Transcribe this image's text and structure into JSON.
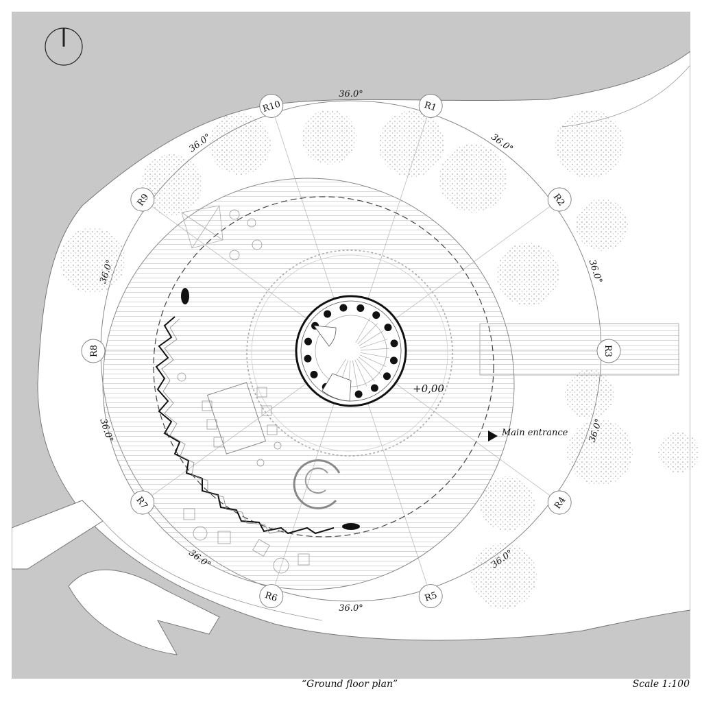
{
  "plan": {
    "caption": "“Ground floor plan”",
    "scale": "Scale 1:100",
    "elevation": "+0,00",
    "entrance_label": "Main entrance"
  },
  "grid": {
    "radials": [
      "R1",
      "R2",
      "R3",
      "R4",
      "R5",
      "R6",
      "R7",
      "R8",
      "R9",
      "R10"
    ],
    "angle_labels": [
      "36.0°",
      "36.0°",
      "36.0°",
      "36.0°",
      "36.0°",
      "36.0°",
      "36.0°",
      "36.0°",
      "36.0°",
      "36.0°"
    ]
  },
  "colors": {
    "water": "#c8c8c8",
    "ink": "#111111",
    "line": "#999999"
  },
  "icons": {
    "north_arrow": "north-arrow-icon",
    "entrance_marker": "entrance-triangle-icon"
  }
}
